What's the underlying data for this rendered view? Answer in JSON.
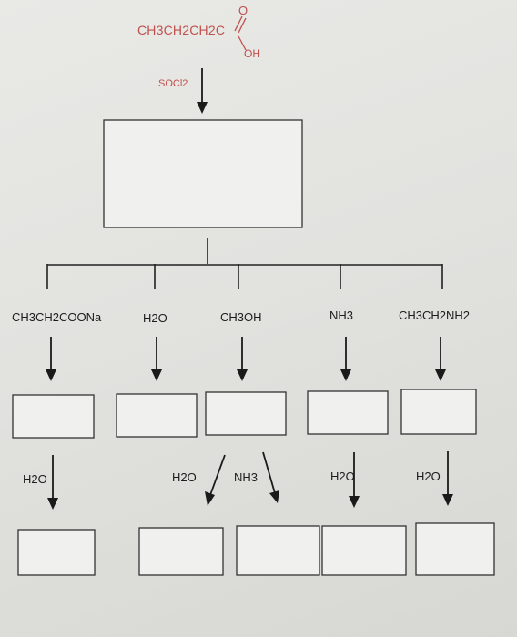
{
  "starting_material": {
    "condensed": "CH3CH2CH2C",
    "carbonyl_o": "O",
    "hydroxyl": "OH",
    "color": "#c0504d"
  },
  "reagent_1": "SOCl2",
  "branches": [
    {
      "reagent": "CH3CH2COONa",
      "second_step": "H2O"
    },
    {
      "reagent": "H2O",
      "second_step": ""
    },
    {
      "reagent": "CH3OH",
      "second_step_left": "H2O",
      "second_step_right": "NH3"
    },
    {
      "reagent": "NH3",
      "second_step": "H2O"
    },
    {
      "reagent": "CH3CH2NH2",
      "second_step": "H2O"
    }
  ]
}
